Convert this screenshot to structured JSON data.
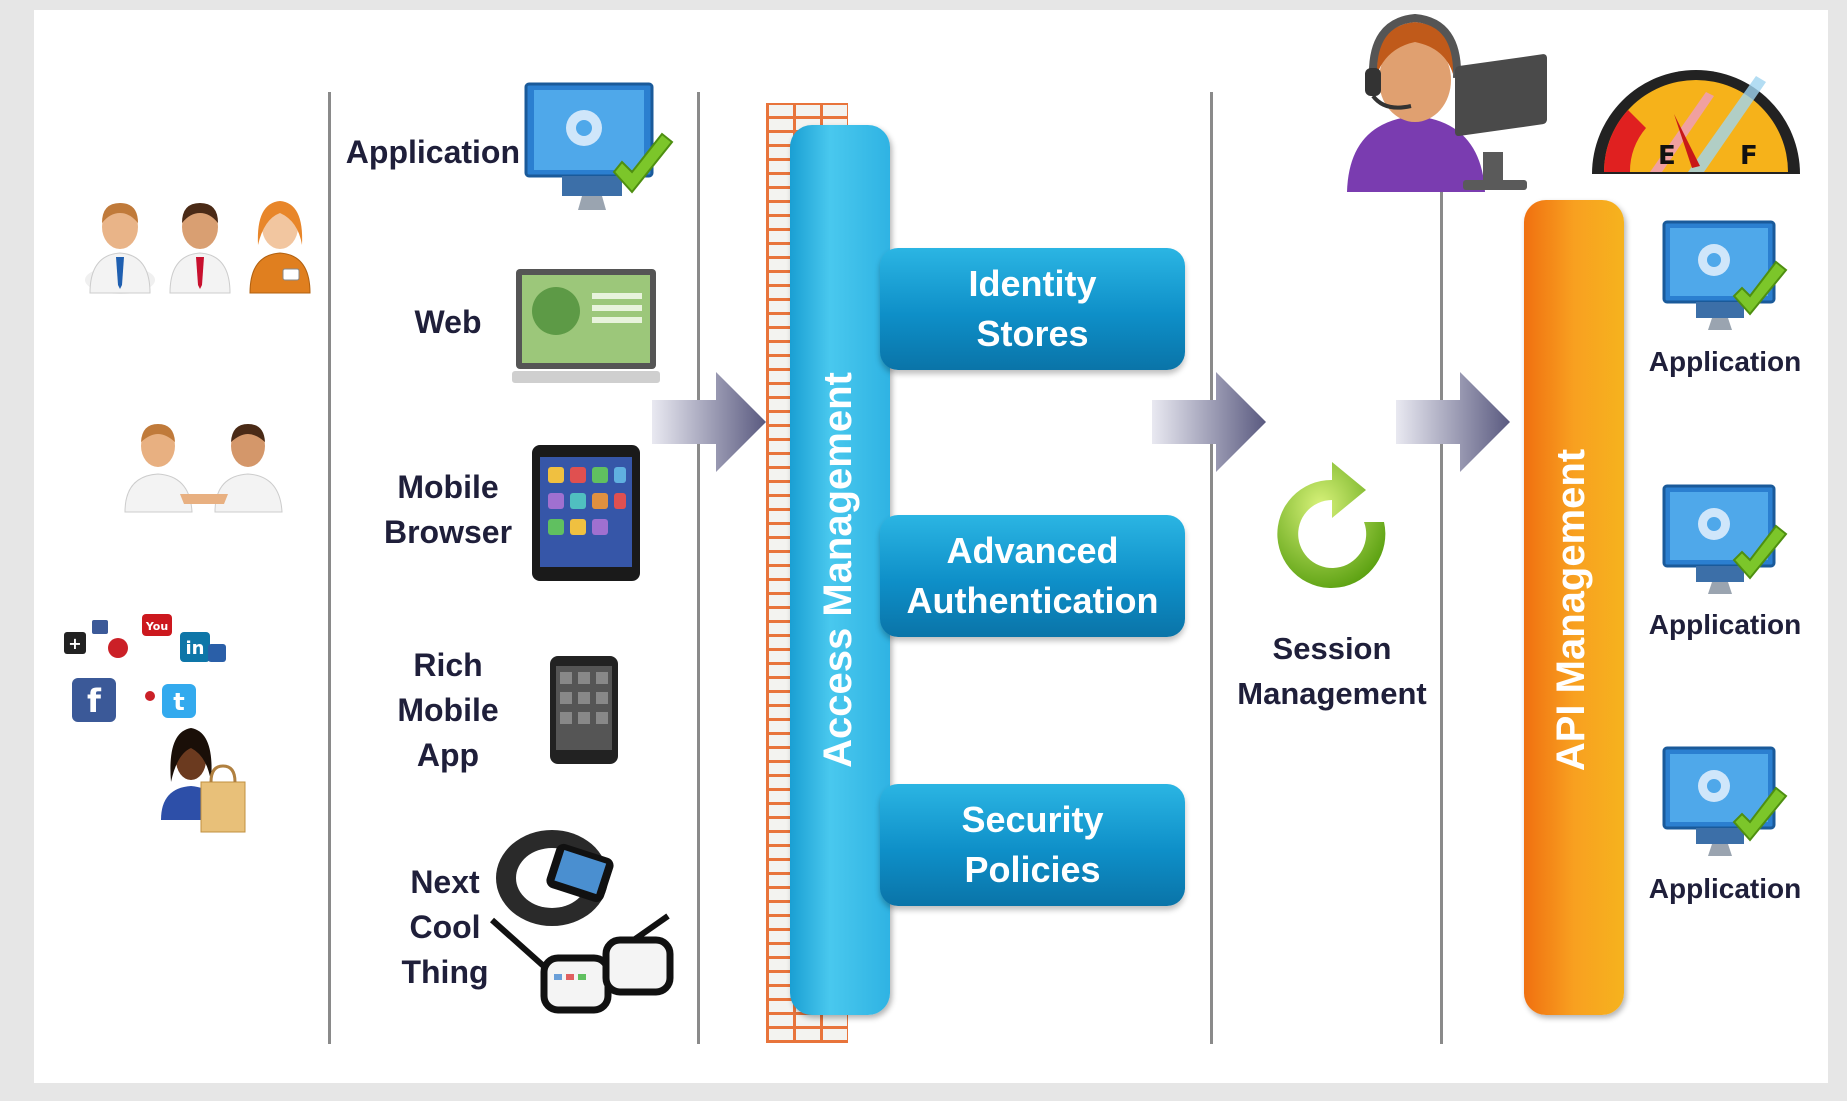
{
  "channels": {
    "application": "Application",
    "web": "Web",
    "mobile_browser": "Mobile\nBrowser",
    "rich_mobile_app": "Rich\nMobile\nApp",
    "next_cool_thing": "Next\nCool\nThing"
  },
  "access_management": "Access Management",
  "services": {
    "identity_stores": "Identity\nStores",
    "advanced_authentication": "Advanced\nAuthentication",
    "security_policies": "Security\nPolicies"
  },
  "session_management": "Session\nManagement",
  "api_management": "API Management",
  "gauge": {
    "left_mark": "E",
    "right_mark": "F"
  },
  "applications": [
    "Application",
    "Application",
    "Application"
  ],
  "colors": {
    "access_bar": "#2fb3e3",
    "service_box": "#0e8fc8",
    "api_bar": "#f6a01e",
    "brick": "#e8743b",
    "arrow": "#5a5a80",
    "label": "#1f1f3a"
  },
  "icons": [
    "users-group-icon",
    "handshake-icon",
    "social-media-icon",
    "shopper-icon",
    "desktop-app-icon",
    "web-laptop-icon",
    "tablet-icon",
    "smartphone-icon",
    "smartwatch-icon",
    "smart-glasses-icon",
    "support-agent-icon",
    "fuel-gauge-icon",
    "refresh-icon",
    "arrow-right-icon"
  ]
}
